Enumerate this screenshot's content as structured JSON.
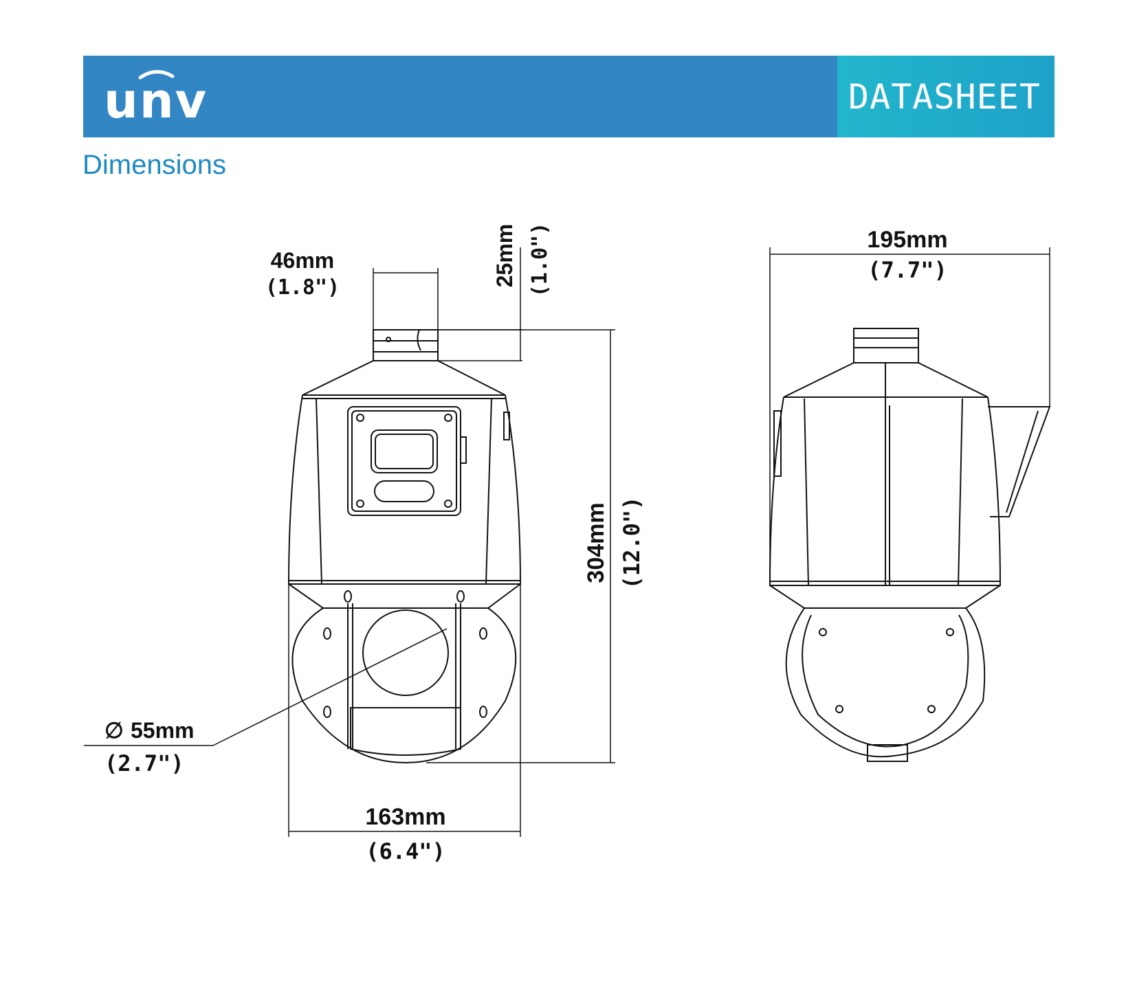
{
  "header": {
    "brand": "unv",
    "tag": "DATASHEET",
    "colors": {
      "bar": "#3386c4",
      "tag": "#22b6cc",
      "title": "#1f8ac2"
    }
  },
  "section": {
    "title": "Dimensions"
  },
  "front_view": {
    "width_top": {
      "mm": "46mm",
      "inch": "(1.8\")"
    },
    "height_top": {
      "mm": "25mm",
      "inch": "(1.0\")"
    },
    "height_total": {
      "mm": "304mm",
      "inch": "(12.0\")"
    },
    "width_body": {
      "mm": "163mm",
      "inch": "(6.4\")"
    },
    "lens_diameter": {
      "symbol": "∅",
      "mm": "55mm",
      "inch": "(2.7\")"
    }
  },
  "side_view": {
    "depth": {
      "mm": "195mm",
      "inch": "(7.7\")"
    }
  }
}
